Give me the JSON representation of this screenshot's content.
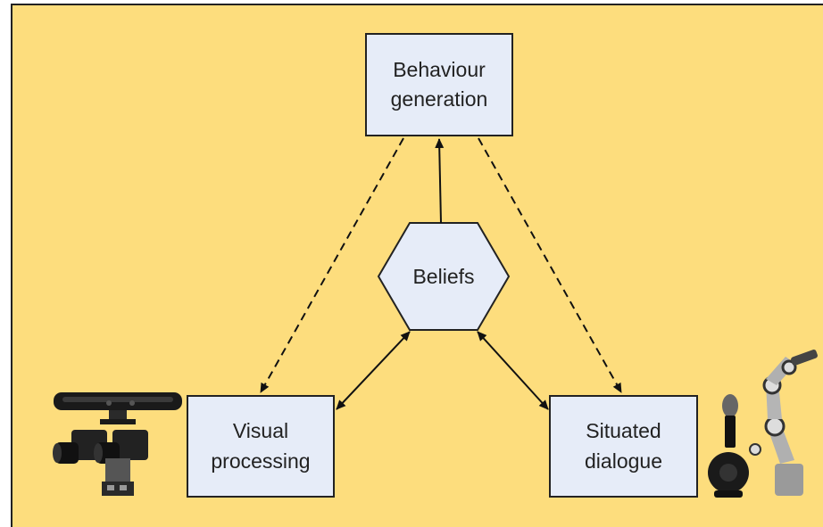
{
  "nodes": {
    "behaviour": "Behaviour\ngeneration",
    "beliefs": "Beliefs",
    "visual": "Visual\nprocessing",
    "dialogue": "Situated\ndialogue"
  },
  "colors": {
    "background": "#fddd7d",
    "node_fill": "#e6ecf8",
    "stroke": "#222222"
  },
  "icons": {
    "left": [
      "kinect-sensor-icon",
      "stereo-cameras-icon"
    ],
    "right": [
      "microphone-icon",
      "speaker-icon",
      "robot-arm-icon"
    ]
  },
  "edges": [
    {
      "from": "beliefs",
      "to": "behaviour",
      "style": "solid",
      "arrows": "end"
    },
    {
      "from": "behaviour",
      "to": "visual",
      "style": "dashed",
      "arrows": "end"
    },
    {
      "from": "behaviour",
      "to": "dialogue",
      "style": "dashed",
      "arrows": "end"
    },
    {
      "from": "beliefs",
      "to": "visual",
      "style": "solid",
      "arrows": "both"
    },
    {
      "from": "beliefs",
      "to": "dialogue",
      "style": "solid",
      "arrows": "both"
    }
  ]
}
